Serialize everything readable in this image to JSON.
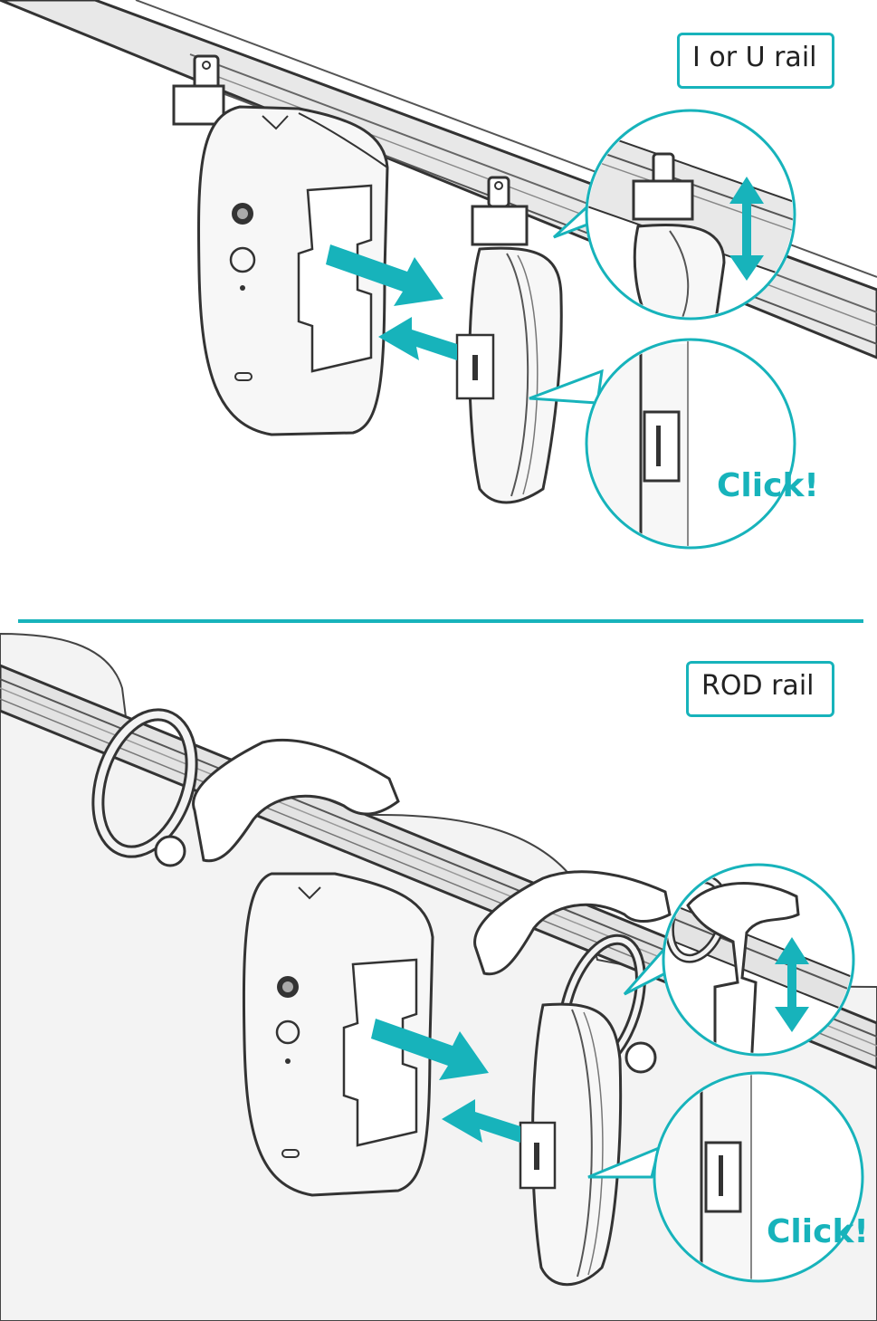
{
  "top_panel": {
    "rail_label": "I or U rail",
    "click_text": "Click!"
  },
  "bottom_panel": {
    "rail_label": "ROD rail",
    "click_text": "Click!"
  },
  "colors": {
    "accent": "#17b3bb",
    "line": "#333333",
    "device_fill": "#f5f5f5",
    "rail_fill": "#e6e6e6"
  },
  "icons": {
    "slide_arrow": "teal-arrow-right",
    "return_arrow": "teal-arrow-left",
    "vertical_arrow": "teal-double-arrow"
  }
}
